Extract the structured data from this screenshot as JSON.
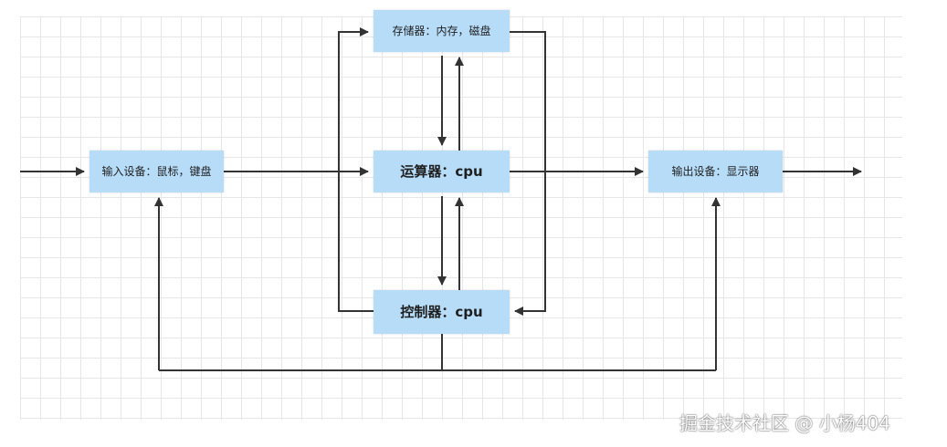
{
  "nodes": {
    "input": "输入设备：鼠标，键盘",
    "memory": "存储器：内存，磁盘",
    "alu": "运算器：cpu",
    "control": "控制器：cpu",
    "output": "输出设备：显示器"
  },
  "watermark": "掘金技术社区 @ 小杨404",
  "colors": {
    "node_fill": "#b7dcf8",
    "line": "#333333",
    "grid": "#e6e6e6"
  }
}
